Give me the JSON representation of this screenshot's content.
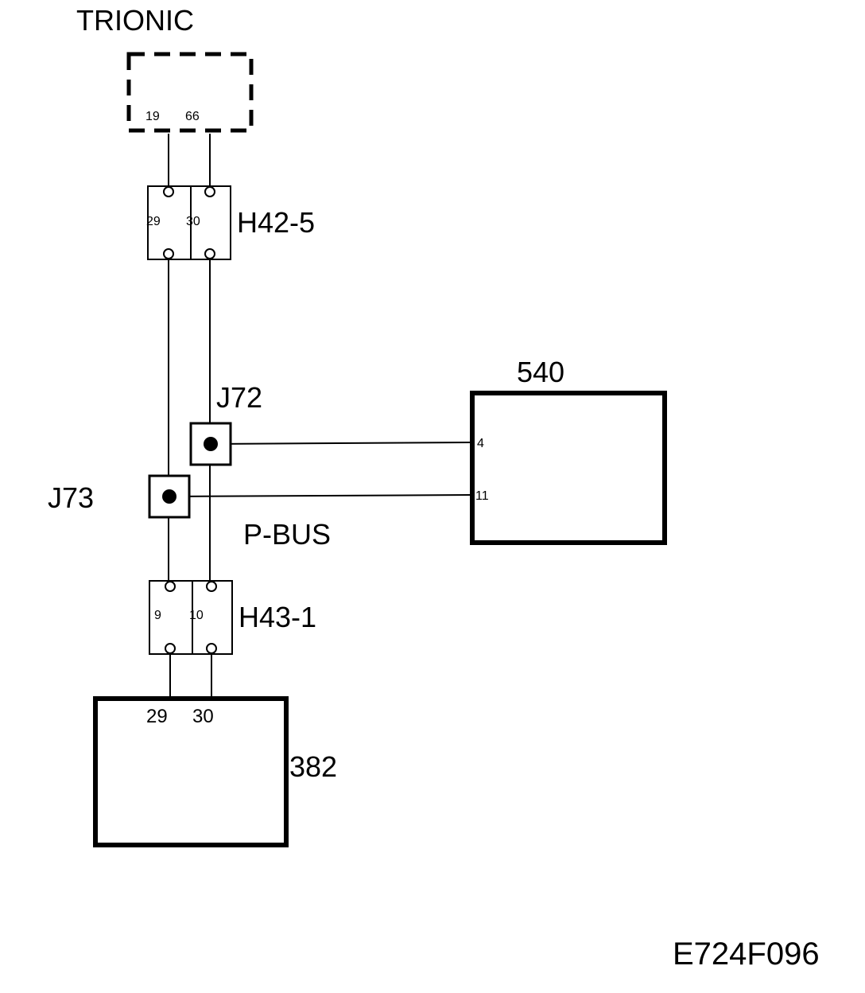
{
  "modules": {
    "trionic": {
      "label": "TRIONIC",
      "pin_a": "19",
      "pin_b": "66"
    },
    "m540": {
      "label": "540",
      "pin_a": "4",
      "pin_b": "11"
    },
    "m382": {
      "label": "382",
      "pin_a": "29",
      "pin_b": "30"
    }
  },
  "connectors": {
    "h42_5": {
      "label": "H42-5",
      "pin_a": "29",
      "pin_b": "30"
    },
    "h43_1": {
      "label": "H43-1",
      "pin_a": "9",
      "pin_b": "10"
    }
  },
  "junctions": {
    "j72": {
      "label": "J72"
    },
    "j73": {
      "label": "J73"
    }
  },
  "bus": {
    "label": "P-BUS"
  },
  "figure_code": "E724F096"
}
